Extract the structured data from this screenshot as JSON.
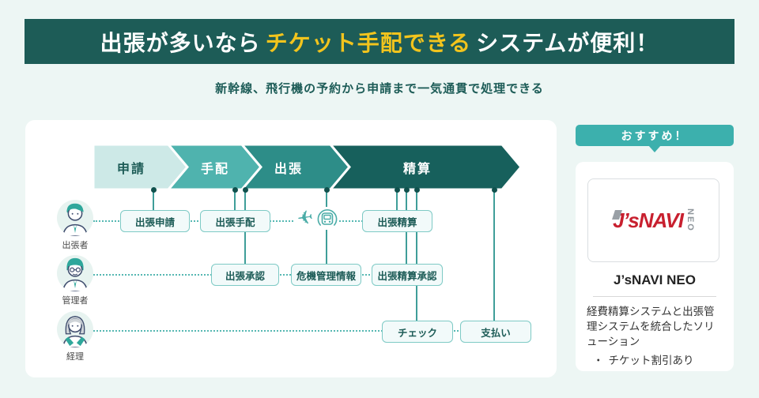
{
  "banner": {
    "prefix": "出張が多いなら",
    "highlight": "チケット手配できる",
    "suffix": "システムが便利！"
  },
  "subtitle": "新幹線、飛行機の予約から申請まで一気通貫で処理できる",
  "flow": {
    "stages": [
      {
        "label": "申請"
      },
      {
        "label": "手配"
      },
      {
        "label": "出張"
      },
      {
        "label": "精算"
      }
    ],
    "actors": [
      {
        "label": "出張者"
      },
      {
        "label": "管理者"
      },
      {
        "label": "経理"
      }
    ],
    "boxes": {
      "trip_request": "出張申請",
      "trip_arrange": "出張手配",
      "trip_settle": "出張精算",
      "trip_approve": "出張承認",
      "risk_info": "危機管理情報",
      "settle_approve": "出張精算承認",
      "check": "チェック",
      "payment": "支払い"
    },
    "icons": {
      "airplane": "✈",
      "train": "train-front-glyph"
    }
  },
  "sidebar": {
    "badge": "おすすめ！",
    "logo": {
      "main": "J’sNAVI",
      "vertical": "NEO"
    },
    "product_name": "J’sNAVI NEO",
    "description": "経費精算システムと出張管理システムを統合したソリューション",
    "features": [
      {
        "bullet": "・",
        "text": "チケット割引あり"
      }
    ]
  },
  "colors": {
    "banner_bg": "#1d5c57",
    "highlight_yellow": "#f2c41d",
    "stage1": "#cde9e7",
    "stage2": "#4fb3ae",
    "stage3": "#2d8d88",
    "stage4": "#17605c",
    "accent_teal": "#3cb0ad",
    "connector": "#3f9e99",
    "logo_red": "#c8202f"
  }
}
